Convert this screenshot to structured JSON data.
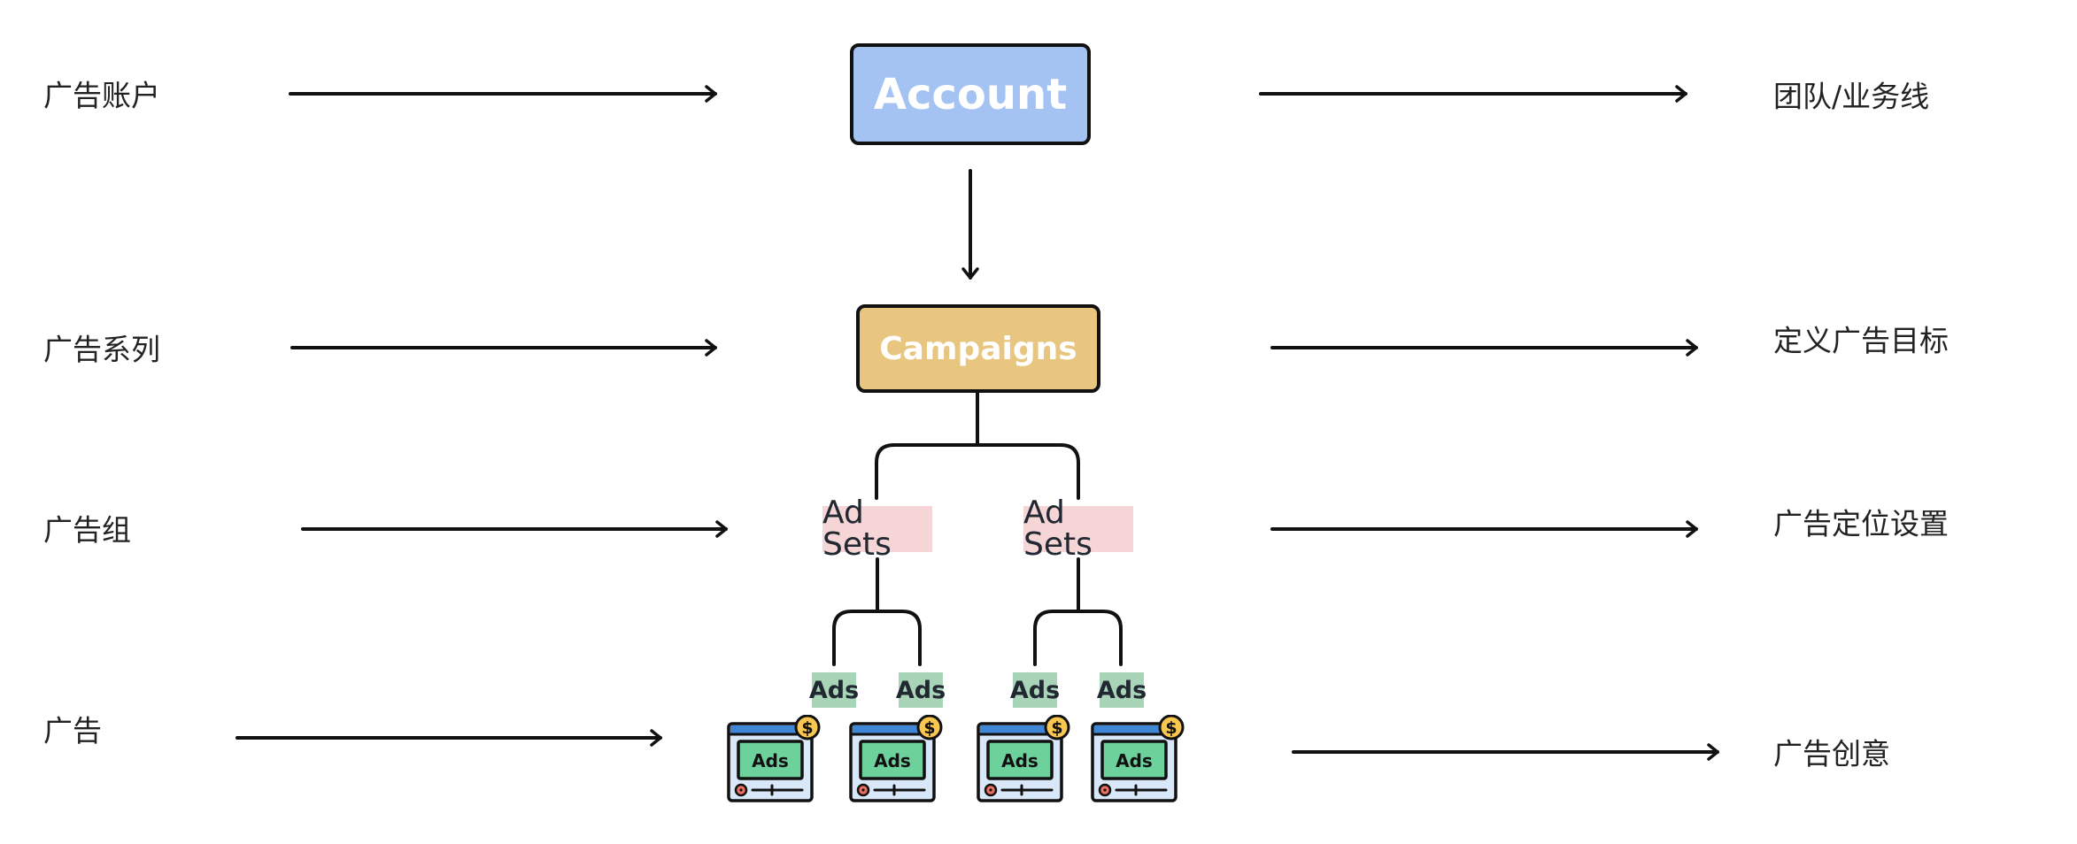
{
  "left_labels": [
    "广告账户",
    "广告系列",
    "广告组",
    "广告"
  ],
  "right_labels": [
    "团队/业务线",
    "定义广告目标",
    "广告定位设置",
    "广告创意"
  ],
  "nodes": {
    "account": "Account",
    "campaigns": "Campaigns",
    "ad_sets": [
      "Ad Sets",
      "Ad Sets"
    ],
    "ads": [
      "Ads",
      "Ads",
      "Ads",
      "Ads"
    ],
    "ad_icon_text": "Ads",
    "coin_symbol": "$"
  },
  "colors": {
    "account": "#a4c3f2",
    "campaigns": "#e8c680",
    "ad_set_bg": "#f5d5d6",
    "ads_bg": "#a8d5b8",
    "icon_green": "#6dd19c",
    "icon_blue": "#3f86d6",
    "coin": "#f9c74f"
  }
}
